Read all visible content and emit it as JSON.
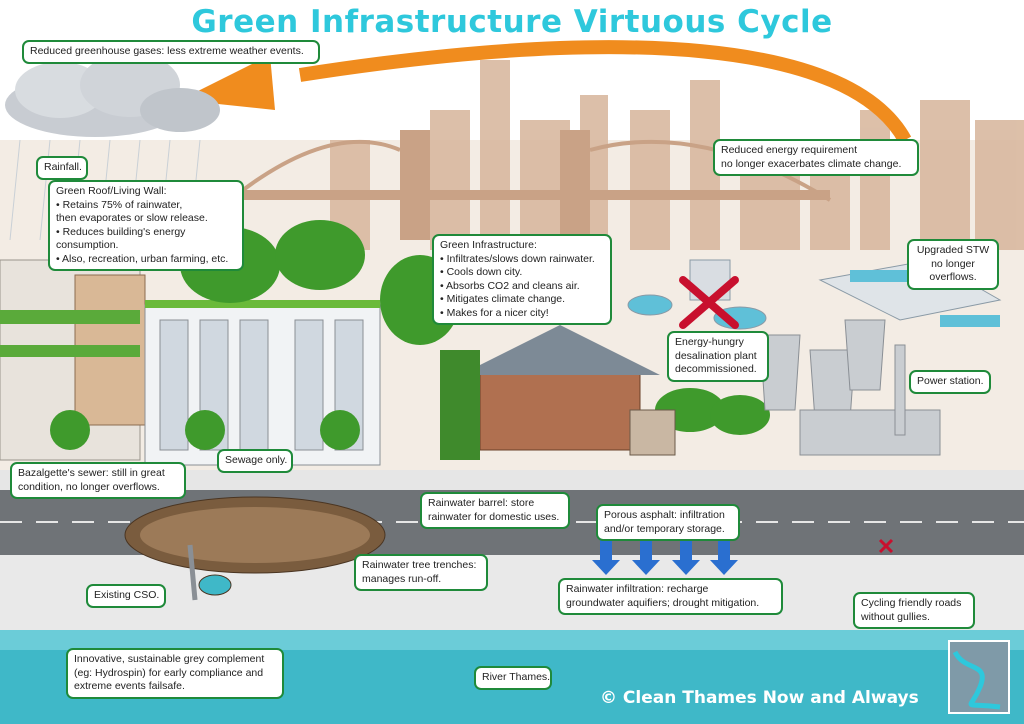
{
  "title": "Green Infrastructure Virtuous Cycle",
  "footer": "© Clean Thames Now and Always",
  "colors": {
    "title": "#2ec8dc",
    "label_border": "#1f8a3a",
    "arrow": "#f08c1e",
    "river": "#3fb8c8",
    "skyline": "#d9b9a0",
    "tree_green": "#3f9a2c",
    "infiltration_arrow": "#2a6fd0",
    "cross": "#c8102e"
  },
  "labels": {
    "greenhouse": [
      "Reduced greenhouse gases: less extreme weather events."
    ],
    "rainfall": [
      "Rainfall."
    ],
    "green_roof": [
      "Green Roof/Living Wall:",
      "• Retains 75% of rainwater,",
      "  then evaporates or slow release.",
      "• Reduces building's energy",
      "  consumption.",
      "• Also, recreation, urban farming, etc."
    ],
    "green_infra": [
      "Green Infrastructure:",
      "• Infiltrates/slows down rainwater.",
      "• Cools down city.",
      "• Absorbs CO2 and cleans air.",
      "• Mitigates climate change.",
      "• Makes for a nicer city!"
    ],
    "energy": [
      "Reduced energy requirement",
      "no longer exacerbates climate change."
    ],
    "stw": [
      "Upgraded STW",
      "no longer",
      "overflows."
    ],
    "desal": [
      "Energy-hungry",
      "desalination plant",
      "decommissioned."
    ],
    "power": [
      "Power station."
    ],
    "sewage": [
      "Sewage only."
    ],
    "bazalgette": [
      "Bazalgette's sewer: still in great",
      "condition, no longer overflows."
    ],
    "barrel": [
      "Rainwater barrel: store",
      "rainwater for domestic uses."
    ],
    "asphalt": [
      "Porous asphalt: infiltration",
      "and/or temporary storage."
    ],
    "trenches": [
      "Rainwater tree trenches:",
      "manages run-off."
    ],
    "infiltration": [
      "Rainwater infiltration: recharge",
      "groundwater aquifiers; drought mitigation."
    ],
    "cso": [
      "Existing CSO."
    ],
    "cycling": [
      "Cycling friendly roads",
      "without gullies."
    ],
    "hydrospin": [
      "Innovative, sustainable grey complement",
      "(eg: Hydrospin) for early compliance and",
      "extreme events failsafe."
    ],
    "river": [
      "River Thames."
    ]
  },
  "icons": {
    "cloud": "rain-cloud-icon",
    "cross": "red-x-icon",
    "minimap": "thames-map-icon"
  }
}
